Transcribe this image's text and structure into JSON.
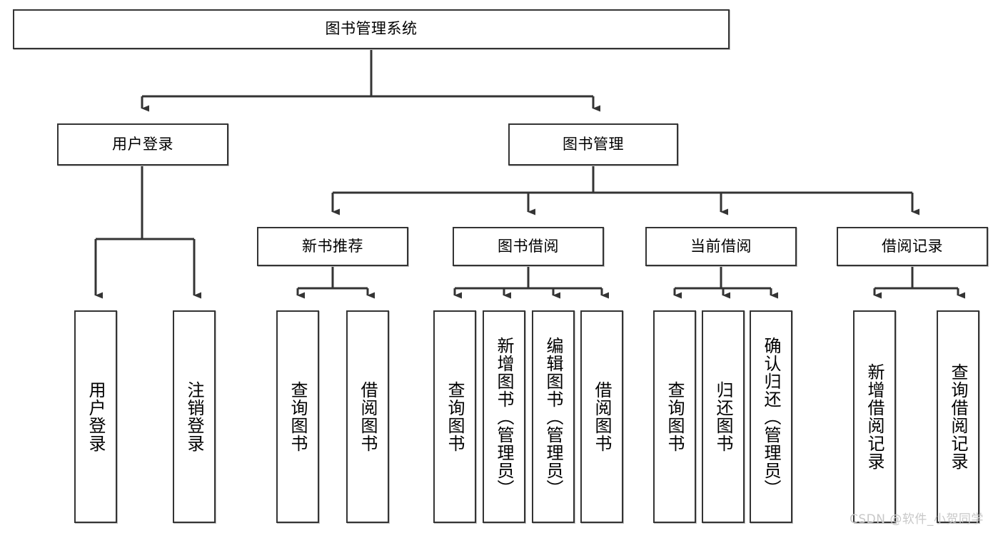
{
  "diagram": {
    "title": "图书管理系统",
    "type": "hierarchy-tree",
    "orientation": "top-down",
    "levels": 4,
    "colors": {
      "box_border": "#343434",
      "box_fill": "#ffffff",
      "connector": "#343434",
      "text": "#000000",
      "watermark": "#c8c8c8",
      "background": "#ffffff"
    },
    "nodes": {
      "root": {
        "label": "图书管理系统",
        "level": 1
      },
      "level2": [
        {
          "id": "user-login",
          "label": "用户登录",
          "level": 2
        },
        {
          "id": "book-management",
          "label": "图书管理",
          "level": 2
        }
      ],
      "level3": [
        {
          "id": "new-book-recommend",
          "label": "新书推荐",
          "level": 3,
          "parent": "book-management"
        },
        {
          "id": "book-borrow",
          "label": "图书借阅",
          "level": 3,
          "parent": "book-management"
        },
        {
          "id": "current-borrow",
          "label": "当前借阅",
          "level": 3,
          "parent": "book-management"
        },
        {
          "id": "borrow-record",
          "label": "借阅记录",
          "level": 3,
          "parent": "book-management"
        }
      ],
      "leaves": [
        {
          "id": "leaf-user-login",
          "label": "用户登录",
          "parent": "user-login"
        },
        {
          "id": "leaf-user-logout",
          "label": "注销登录",
          "parent": "user-login"
        },
        {
          "id": "leaf-query-book-1",
          "label": "查询图书",
          "parent": "new-book-recommend"
        },
        {
          "id": "leaf-borrow-book-1",
          "label": "借阅图书",
          "parent": "new-book-recommend"
        },
        {
          "id": "leaf-query-book-2",
          "label": "查询图书",
          "parent": "book-borrow"
        },
        {
          "id": "leaf-add-book",
          "label": "新增图书（管理员）",
          "parent": "book-borrow"
        },
        {
          "id": "leaf-edit-book",
          "label": "编辑图书（管理员）",
          "parent": "book-borrow"
        },
        {
          "id": "leaf-borrow-book-2",
          "label": "借阅图书",
          "parent": "book-borrow"
        },
        {
          "id": "leaf-query-book-3",
          "label": "查询图书",
          "parent": "current-borrow"
        },
        {
          "id": "leaf-return-book",
          "label": "归还图书",
          "parent": "current-borrow"
        },
        {
          "id": "leaf-confirm-return",
          "label": "确认归还（管理员）",
          "parent": "current-borrow"
        },
        {
          "id": "leaf-add-record",
          "label": "新增借阅记录",
          "parent": "borrow-record"
        },
        {
          "id": "leaf-query-record",
          "label": "查询借阅记录",
          "parent": "borrow-record"
        }
      ]
    },
    "watermark": "CSDN @软件_小贺同学"
  }
}
